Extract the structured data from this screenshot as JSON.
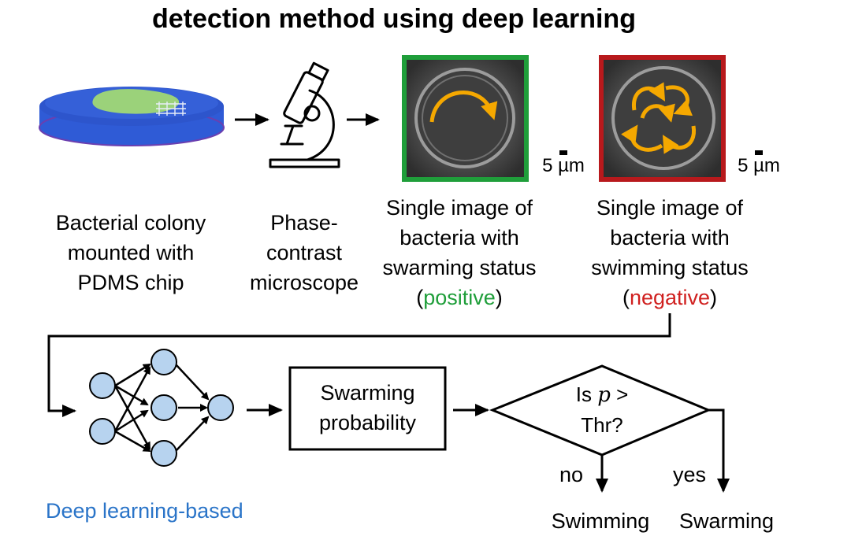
{
  "title": "detection method using deep learning",
  "top_row": {
    "colony_label": [
      "Bacterial colony",
      "mounted with",
      "PDMS chip"
    ],
    "microscope_label": [
      "Phase-",
      "contrast",
      "microscope"
    ],
    "positive": {
      "lines": [
        "Single image of",
        "bacteria with",
        "swarming status"
      ],
      "status_open": "(",
      "status_word": "positive",
      "status_close": ")",
      "scale": "5 µm",
      "frame_color": "#1f9e3a"
    },
    "negative": {
      "lines": [
        "Single image of",
        "bacteria with",
        "swimming status"
      ],
      "status_open": "(",
      "status_word": "negative",
      "status_close": ")",
      "scale": "5 µm",
      "frame_color": "#b8191c"
    }
  },
  "bottom_row": {
    "network_label": "Deep learning-based",
    "box_lines": [
      "Swarming",
      "probability"
    ],
    "decision_is": "Is",
    "decision_p": "p",
    "decision_gt": ">",
    "decision_thr": "Thr?",
    "no_label": "no",
    "yes_label": "yes",
    "result_no": "Swimming",
    "result_yes": "Swarming"
  },
  "colors": {
    "arrow_orange": "#f5a800",
    "node_fill": "#b7d3ef",
    "dish_blue": "#2f5bd6",
    "colony_green": "#9bd27a"
  },
  "icons": [
    "petri-dish-icon",
    "microscope-icon",
    "neural-network-icon"
  ]
}
